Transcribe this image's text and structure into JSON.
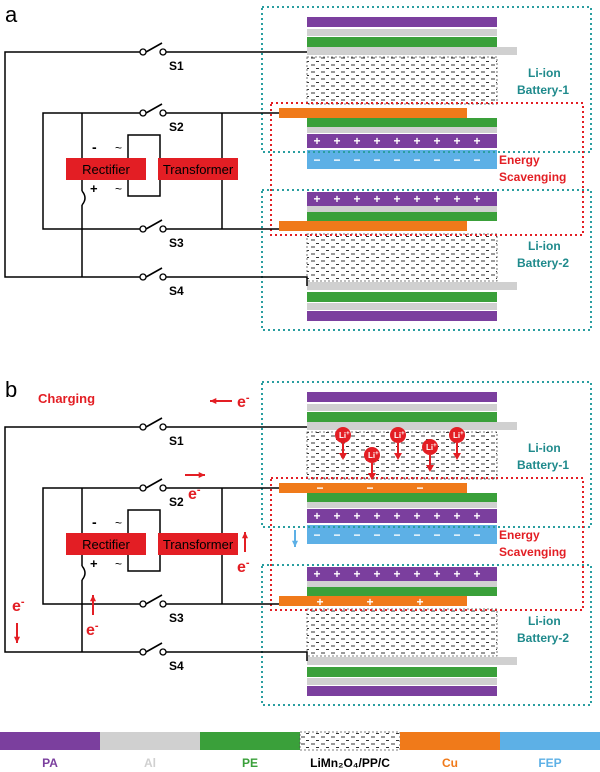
{
  "panels": [
    {
      "letter": "a",
      "switches": [
        "S1",
        "S2",
        "S3",
        "S4"
      ],
      "rectifier": "Rectifier",
      "transformer": "Transformer",
      "battery_top": [
        "Li-ion",
        "Battery-1"
      ],
      "battery_bottom": [
        "Li-ion",
        "Battery-2"
      ],
      "scavenging": [
        "Energy",
        "Scavenging"
      ]
    },
    {
      "letter": "b",
      "switches": [
        "S1",
        "S2",
        "S3",
        "S4"
      ],
      "rectifier": "Rectifier",
      "transformer": "Transformer",
      "battery_top": [
        "Li-ion",
        "Battery-1"
      ],
      "battery_bottom": [
        "Li-ion",
        "Battery-2"
      ],
      "scavenging": [
        "Energy",
        "Scavenging"
      ],
      "charging": "Charging",
      "electron": "e",
      "electron_sup": "-",
      "ion": "Li",
      "ion_sup": "+"
    }
  ],
  "legend": [
    {
      "label": "PA",
      "color": "#7b3f9e"
    },
    {
      "label": "Al",
      "color": "#d0d0d0"
    },
    {
      "label": "PE",
      "color": "#3aa03a"
    },
    {
      "label": "LiMn₂O₄/PP/C",
      "color": "#ffffff"
    },
    {
      "label": "Cu",
      "color": "#f07a1a"
    },
    {
      "label": "FEP",
      "color": "#5db0e6"
    }
  ],
  "colors": {
    "PA": "#7b3f9e",
    "Al": "#d0d0d0",
    "PE": "#3aa03a",
    "Cu": "#f07a1a",
    "FEP": "#5db0e6",
    "red": "#e31e24",
    "teal": "#2a9ea0",
    "text_teal": "#1f8a8c"
  }
}
